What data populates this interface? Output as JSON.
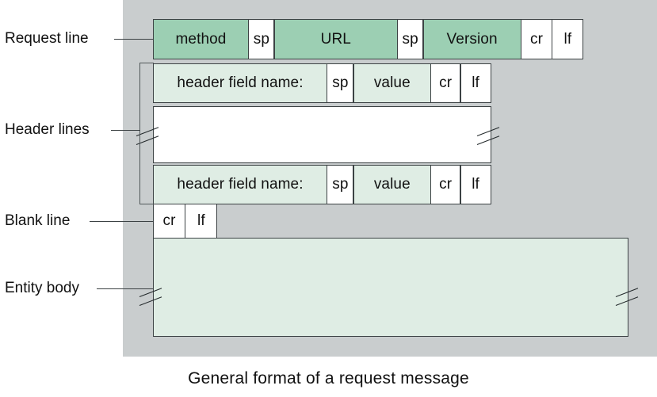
{
  "figure": {
    "caption": "General format of a request message",
    "colors": {
      "background": "#ffffff",
      "panel_gray": "#c9cdce",
      "green_dark": "#9ccfb3",
      "green_light": "#dfede4",
      "white": "#ffffff",
      "line": "#3c4244"
    }
  },
  "labels": {
    "request_line": "Request line",
    "header_lines": "Header lines",
    "blank_line": "Blank line",
    "entity_body": "Entity body"
  },
  "request_line": {
    "cells": [
      {
        "text": "method",
        "fill": "green-dark"
      },
      {
        "text": "sp",
        "fill": "plain-white"
      },
      {
        "text": "URL",
        "fill": "green-dark"
      },
      {
        "text": "sp",
        "fill": "plain-white"
      },
      {
        "text": "Version",
        "fill": "green-dark"
      },
      {
        "text": "cr",
        "fill": "plain-white"
      },
      {
        "text": "lf",
        "fill": "plain-white"
      }
    ]
  },
  "header_line_1": {
    "cells": [
      {
        "text": "header field name:",
        "fill": "green-light"
      },
      {
        "text": "sp",
        "fill": "plain-white"
      },
      {
        "text": "value",
        "fill": "green-light"
      },
      {
        "text": "cr",
        "fill": "plain-white"
      },
      {
        "text": "lf",
        "fill": "plain-white"
      }
    ]
  },
  "header_line_2": {
    "cells": [
      {
        "text": "header field name:",
        "fill": "green-light"
      },
      {
        "text": "sp",
        "fill": "plain-white"
      },
      {
        "text": "value",
        "fill": "green-light"
      },
      {
        "text": "cr",
        "fill": "plain-white"
      },
      {
        "text": "lf",
        "fill": "plain-white"
      }
    ]
  },
  "blank_line": {
    "cells": [
      {
        "text": "cr",
        "fill": "plain-white"
      },
      {
        "text": "lf",
        "fill": "plain-white"
      }
    ]
  },
  "entity_body": {
    "text": ""
  }
}
